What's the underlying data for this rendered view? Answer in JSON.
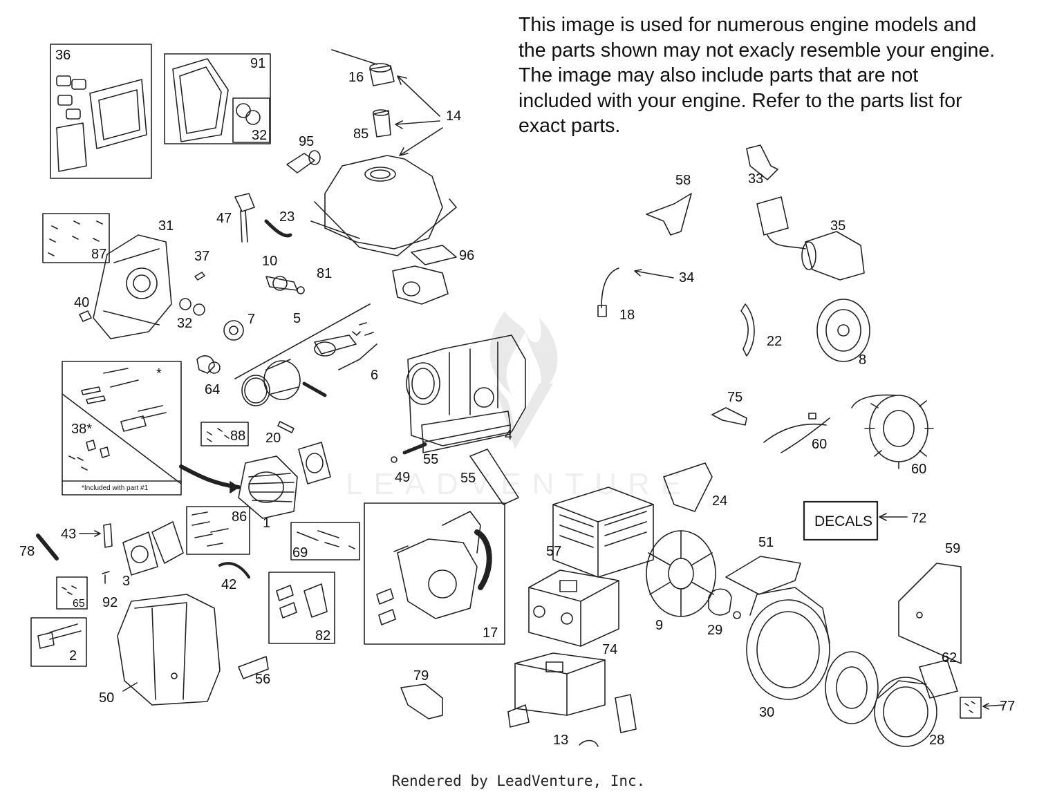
{
  "notice": {
    "lines": [
      "This image is used for numerous engine models and",
      "the parts shown may not exacly resemble your engine.",
      "The image may also include parts that are not",
      "included with your engine. Refer to the parts list for",
      "exact parts."
    ]
  },
  "watermark": {
    "text": "LEADVENTURE"
  },
  "footer": {
    "text": "Rendered by LeadVenture, Inc."
  },
  "decals_box": {
    "label": "DECALS"
  },
  "inset_note": {
    "text": "*Included with part #1"
  },
  "part_labels": {
    "p36": "36",
    "p91": "91",
    "p32a": "32",
    "p16": "16",
    "p14": "14",
    "p85": "85",
    "p95": "95",
    "p47": "47",
    "p23": "23",
    "p96": "96",
    "p31": "31",
    "p87": "87",
    "p37": "37",
    "p10": "10",
    "p81": "81",
    "p40": "40",
    "p32b": "32",
    "p7": "7",
    "p5": "5",
    "p6": "6",
    "p64": "64",
    "p38": "38*",
    "star": "*",
    "p88": "88",
    "p20": "20",
    "p4": "4",
    "p55a": "55",
    "p49": "49",
    "p55b": "55",
    "p86": "86",
    "p1": "1",
    "p43": "43",
    "p78": "78",
    "p69": "69",
    "p3": "3",
    "p42": "42",
    "p65": "65",
    "p92": "92",
    "p2": "2",
    "p82": "82",
    "p17": "17",
    "p50": "50",
    "p56": "56",
    "p79": "79",
    "p13": "13",
    "p58": "58",
    "p33": "33",
    "p35": "35",
    "p34": "34",
    "p18": "18",
    "p22": "22",
    "p8": "8",
    "p75": "75",
    "p60a": "60",
    "p60b": "60",
    "p24": "24",
    "p72": "72",
    "p57": "57",
    "p51": "51",
    "p59": "59",
    "p9": "9",
    "p29": "29",
    "p74": "74",
    "p30": "30",
    "p62": "62",
    "p77": "77",
    "p28": "28"
  }
}
